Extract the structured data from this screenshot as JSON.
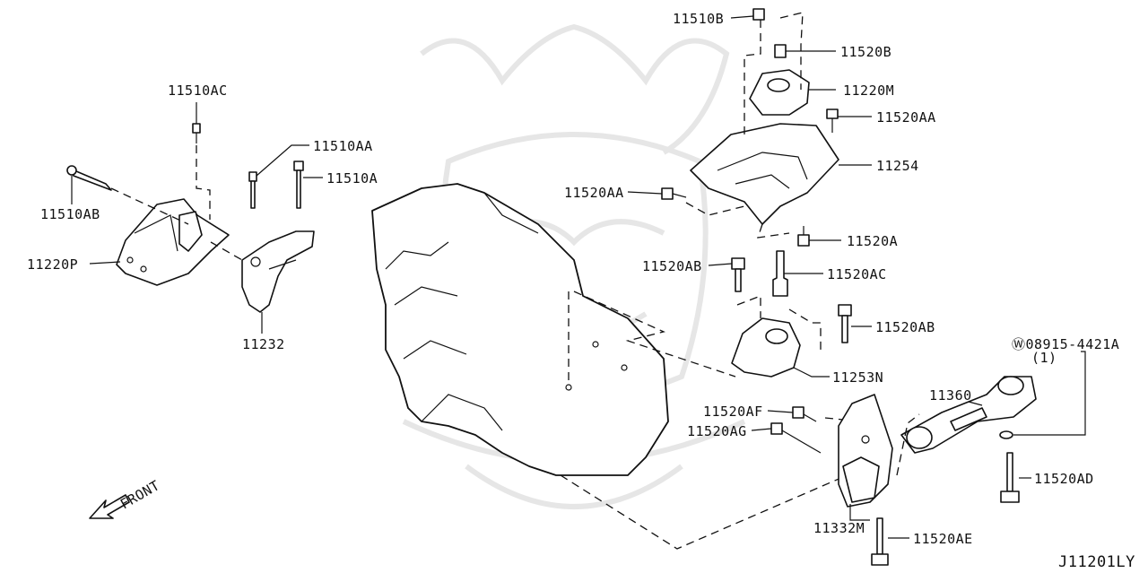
{
  "diagram": {
    "code": "J11201LY",
    "direction": "FRONT",
    "parts": [
      {
        "id": "p11510b",
        "label": "11510B"
      },
      {
        "id": "p11520b",
        "label": "11520B"
      },
      {
        "id": "p11220m",
        "label": "11220M"
      },
      {
        "id": "p11520aa_r",
        "label": "11520AA"
      },
      {
        "id": "p11254",
        "label": "11254"
      },
      {
        "id": "p11520aa_l",
        "label": "11520AA"
      },
      {
        "id": "p11520a",
        "label": "11520A"
      },
      {
        "id": "p11520ab_l",
        "label": "11520AB"
      },
      {
        "id": "p11520ac",
        "label": "11520AC"
      },
      {
        "id": "p11520ab_r",
        "label": "11520AB"
      },
      {
        "id": "p11253n",
        "label": "11253N"
      },
      {
        "id": "p11510ac",
        "label": "11510AC"
      },
      {
        "id": "p11510aa",
        "label": "11510AA"
      },
      {
        "id": "p11510a",
        "label": "11510A"
      },
      {
        "id": "p11510ab",
        "label": "11510AB"
      },
      {
        "id": "p11220p",
        "label": "11220P"
      },
      {
        "id": "p11232",
        "label": "11232"
      },
      {
        "id": "p08915",
        "label": "Ⓦ08915-4421A"
      },
      {
        "id": "p08915qty",
        "label": "(1)"
      },
      {
        "id": "p11360",
        "label": "11360"
      },
      {
        "id": "p11520af",
        "label": "11520AF"
      },
      {
        "id": "p11520ag",
        "label": "11520AG"
      },
      {
        "id": "p11520ad",
        "label": "11520AD"
      },
      {
        "id": "p11332m",
        "label": "11332M"
      },
      {
        "id": "p11520ae",
        "label": "11520AE"
      }
    ]
  }
}
